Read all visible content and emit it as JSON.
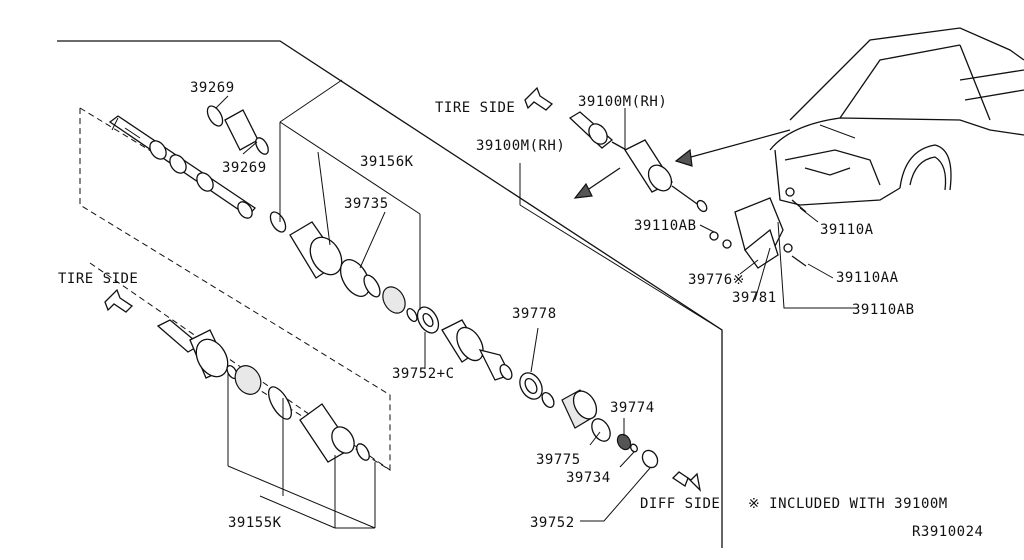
{
  "labels": {
    "p39269_top": "39269",
    "p39269_bot": "39269",
    "p39156k": "39156K",
    "p39735": "39735",
    "p39100m_rh_mid": "39100M(RH)",
    "p39100m_rh_top": "39100M(RH)",
    "p39752c": "39752+C",
    "p39778": "39778",
    "p39774": "39774",
    "p39775": "39775",
    "p39734": "39734",
    "p39752": "39752",
    "p39155k": "39155K",
    "p39110ab_left": "39110AB",
    "p39110a": "39110A",
    "p39776": "39776※",
    "p39781": "39781",
    "p39110aa": "39110AA",
    "p39110ab_right": "39110AB"
  },
  "annotations": {
    "tire_side_top": "TIRE SIDE",
    "tire_side_left": "TIRE SIDE",
    "diff_side": "DIFF SIDE",
    "note": "※ INCLUDED WITH 39100M",
    "ref_code": "R3910024"
  }
}
